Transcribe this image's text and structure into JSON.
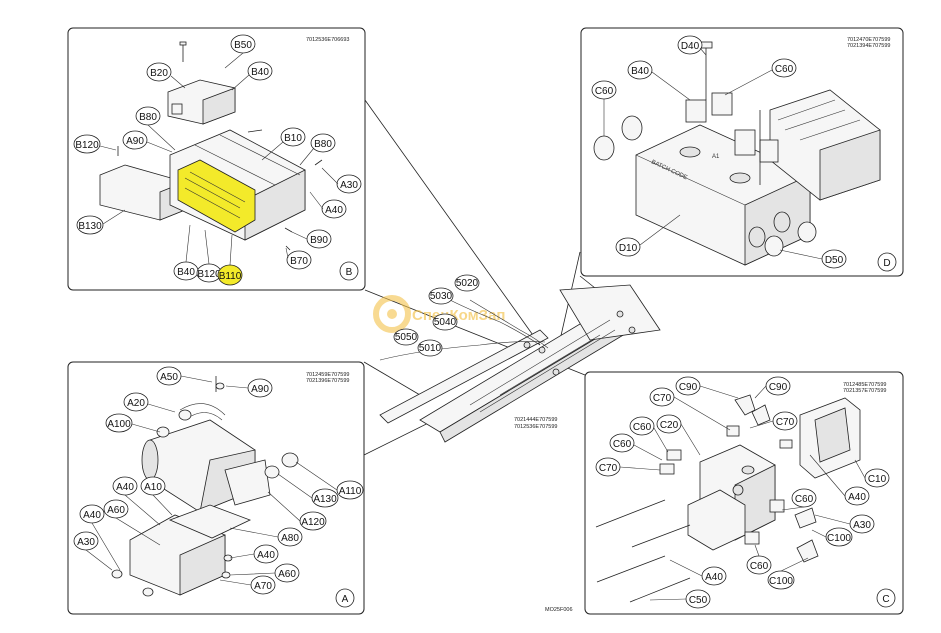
{
  "watermark": {
    "brand": "СпецКомЗап",
    "color": "#f4c24a"
  },
  "highlight_color": "#f3ea2a",
  "figure_code": "MO25F006",
  "center": {
    "codes": [
      "7021444E707599",
      "7012536E707599"
    ],
    "callouts": [
      "5050",
      "5010",
      "5030",
      "5020",
      "5040"
    ]
  },
  "panels": {
    "B": {
      "label": "B",
      "codes": [
        "7012536E706693"
      ],
      "callouts": [
        "B50",
        "B20",
        "B40",
        "B80",
        "B10",
        "B80",
        "B120",
        "A90",
        "A30",
        "A40",
        "B130",
        "B90",
        "B70",
        "B40",
        "B120",
        "B110"
      ],
      "highlighted": [
        "B110"
      ]
    },
    "D": {
      "label": "D",
      "codes": [
        "7012470E707599",
        "7021394E707599"
      ],
      "callouts": [
        "D40",
        "B40",
        "C60",
        "C60",
        "D10",
        "D50"
      ],
      "batch_text": "BATCH CODE",
      "mark_text": "A1"
    },
    "A": {
      "label": "A",
      "codes": [
        "7012459E707599",
        "7021396E707599"
      ],
      "callouts": [
        "A50",
        "A90",
        "A20",
        "A100",
        "A110",
        "A130",
        "A40",
        "A10",
        "A120",
        "A40",
        "A60",
        "A80",
        "A30",
        "A40",
        "A60",
        "A70"
      ]
    },
    "C": {
      "label": "C",
      "codes": [
        "7012485E707599",
        "7021357E707599"
      ],
      "callouts": [
        "C90",
        "C90",
        "C70",
        "C70",
        "C60",
        "C20",
        "C60",
        "C70",
        "C10",
        "A40",
        "C60",
        "A30",
        "C100",
        "C60",
        "C100",
        "A40",
        "C50"
      ]
    }
  }
}
